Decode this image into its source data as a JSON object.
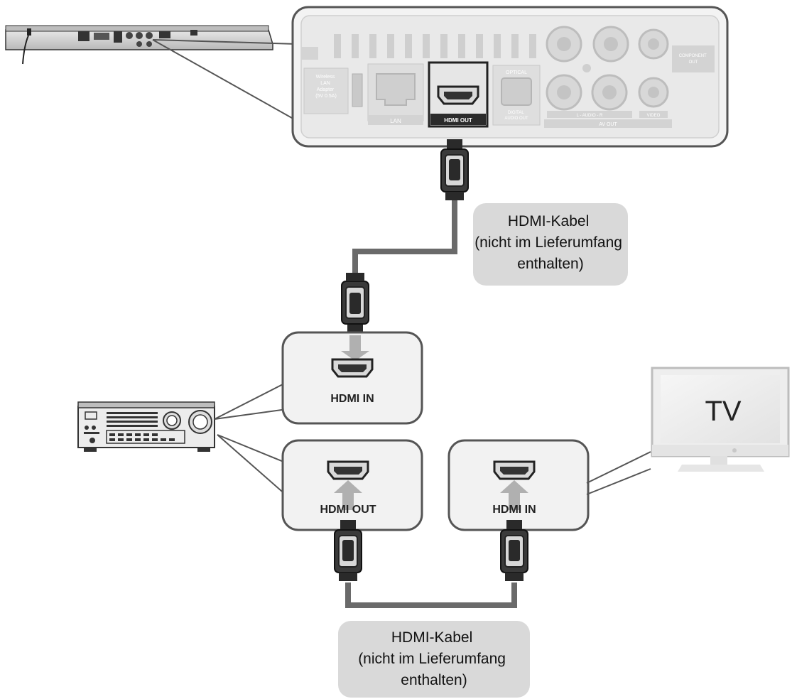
{
  "player_panel": {
    "wireless_label": "Wireless\nLAN\nAdapter\n(5V 0.5A)",
    "lan_label": "LAN",
    "hdmi_out_label": "HDMI OUT",
    "optical_label": "OPTICAL",
    "digital_audio_label": "DIGITAL\nAUDIO OUT",
    "audio_label": "L - AUDIO - R",
    "av_out_label": "AV OUT",
    "component_label": "COMPONENT\nOUT",
    "video_label": "VIDEO"
  },
  "cable_label_top": "HDMI-Kabel\n(nicht im Lieferumfang\nenthalten)",
  "cable_label_bottom": "HDMI-Kabel\n(nicht im Lieferumfang\nenthalten)",
  "receiver_in_label": "HDMI IN",
  "receiver_out_label": "HDMI OUT",
  "tv_in_label": "HDMI IN",
  "tv_label": "TV",
  "colors": {
    "panel_fill": "#f2f2f2",
    "panel_stroke": "#555555",
    "label_fill": "#d9d9d9",
    "cable": "#6a6a6a",
    "arrow": "#b0b0b0"
  }
}
